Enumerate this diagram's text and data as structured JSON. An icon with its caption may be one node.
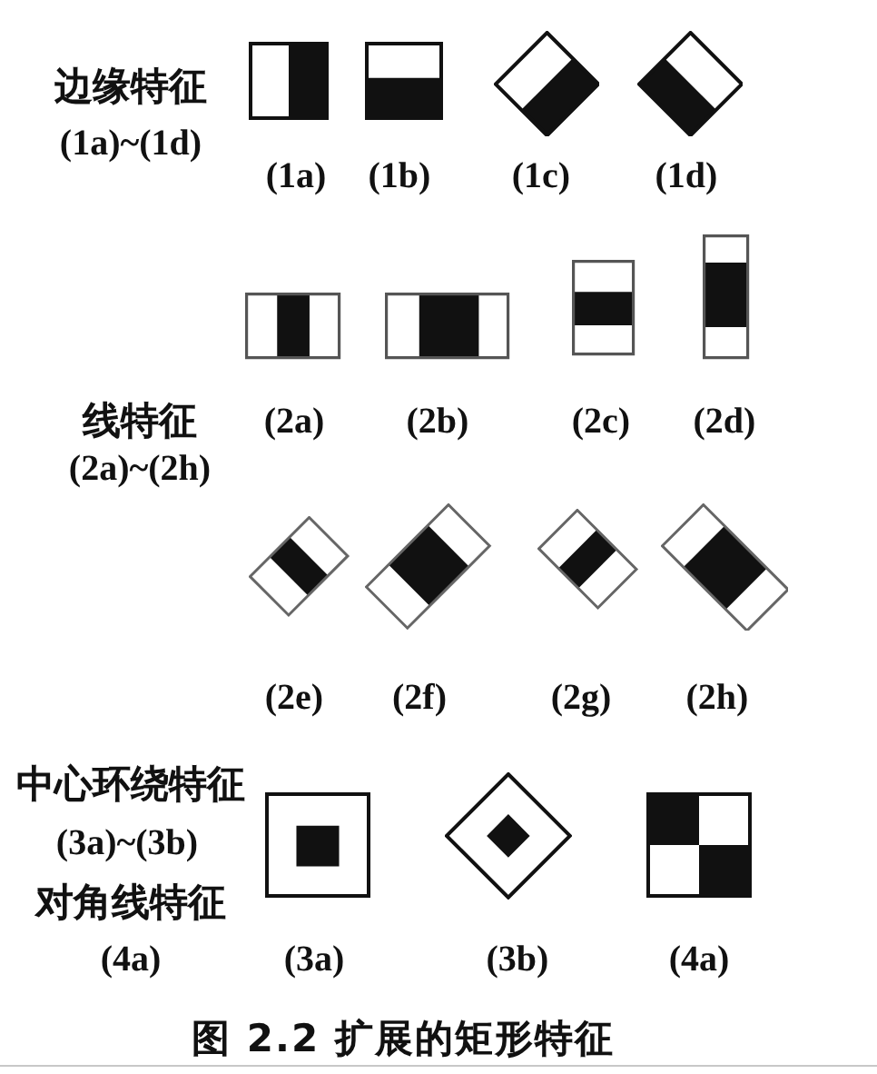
{
  "diagram": {
    "caption": "图 2.2 扩展的矩形特征",
    "labels": [
      "边缘特征",
      "(1a)~(1d)",
      "(1a)",
      "(1b)",
      "(1c)",
      "(1d)",
      "线特征",
      "(2a)",
      "(2b)",
      "(2c)",
      "(2d)",
      "(2a)~(2h)",
      "(2e)",
      "(2f)",
      "(2g)",
      "(2h)",
      "中心环绕特征",
      "(3a)~(3b)",
      "对角线特征",
      "(4a)",
      "(3a)",
      "(3b)",
      "(4a)"
    ]
  }
}
